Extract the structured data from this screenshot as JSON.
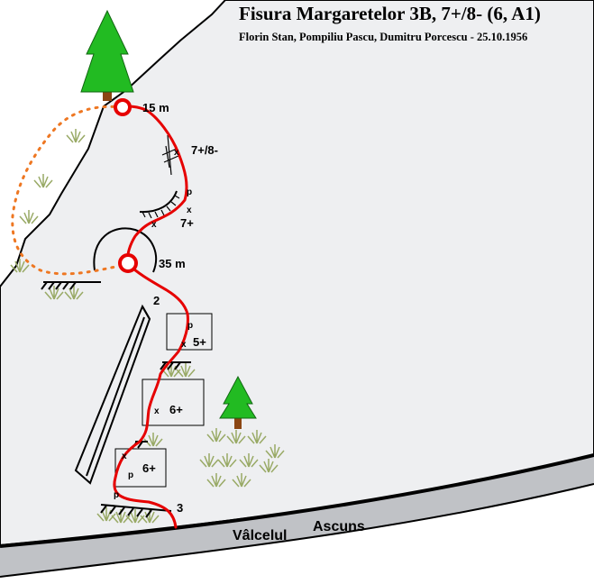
{
  "title": "Fisura Margaretelor 3B, 7+/8- (6, A1)",
  "subtitle": "Florin Stan, Pompiliu Pascu, Dumitru Porcescu - 25.10.1956",
  "belays": {
    "top": "15 m",
    "middle": "35 m"
  },
  "pitch_numbers": {
    "start": "3",
    "dihedral": "2"
  },
  "grades": {
    "crux": "7+/8-",
    "upper": "7+",
    "box_top": "5+",
    "box_mid": "6+",
    "box_low": "6+"
  },
  "marks": {
    "piton": "p",
    "point": "x"
  },
  "valley": {
    "word1": "Vâlcelul",
    "word2": "Ascuns"
  },
  "colors": {
    "rock": "#eeeff1",
    "route": "#e60000",
    "variant": "#ee7722",
    "tree": "#22bb22",
    "trunk": "#8b4513",
    "grass": "#99aa66",
    "path": "#c0c2c6"
  }
}
